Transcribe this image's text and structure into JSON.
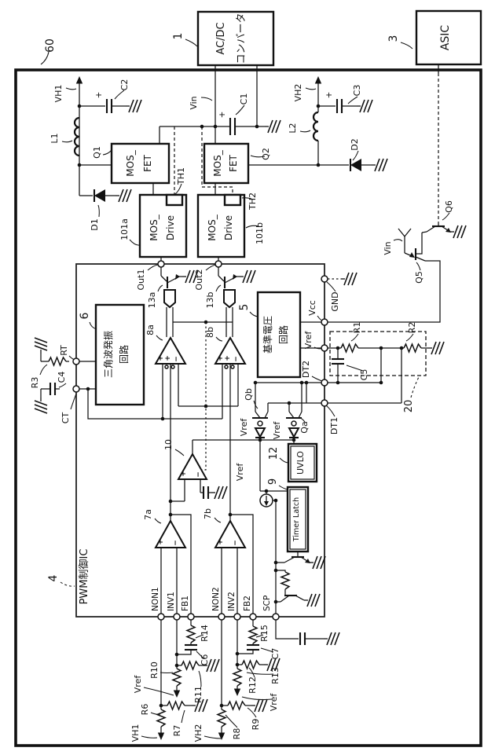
{
  "refs": {
    "r60": "60",
    "r1": "1",
    "r3": "3",
    "r4": "4",
    "r5": "5",
    "r6": "6",
    "r9": "9",
    "r10c": "10",
    "r12u": "12",
    "r20": "20",
    "r101a": "101a",
    "r101b": "101b",
    "r13a": "13a",
    "r13b": "13b",
    "r8a": "8a",
    "r8b": "8b",
    "r7a": "7a",
    "r7b": "7b"
  },
  "blocks": {
    "acdc_line1": "AC/DC",
    "acdc_line2": "コンバータ",
    "asic": "ASIC",
    "pwm_ic": "PWM制御IC",
    "osc_line1": "三角波発振",
    "osc_line2": "回路",
    "vrefckt_line1": "基準電圧",
    "vrefckt_line2": "回路",
    "uvlo": "UVLO",
    "timer_latch": "Timer Latch",
    "mos_prefix": "MOS_",
    "fet": "FET",
    "drive": "Drive"
  },
  "signals": {
    "vh1": "VH1",
    "vh2": "VH2",
    "vin": "Vin",
    "vcc": "Vcc",
    "gnd": "GND",
    "vref": "Vref",
    "out1": "Out1",
    "out2": "Out2",
    "th1": "TH1",
    "th2": "TH2",
    "dt1": "DT1",
    "dt2": "DT2",
    "rt": "RT",
    "ct": "CT",
    "non1": "NON1",
    "inv1": "INV1",
    "fb1": "FB1",
    "non2": "NON2",
    "inv2": "INV2",
    "fb2": "FB2",
    "scp": "SCP",
    "plus": "+",
    "minus": "−"
  },
  "components": {
    "l1": "L1",
    "l2": "L2",
    "c1": "C1",
    "c2": "C2",
    "c3": "C3",
    "c4": "C4",
    "c5": "C5",
    "c6": "C6",
    "c7": "C7",
    "r1": "R1",
    "r2": "R2",
    "r3": "R3",
    "r6": "R6",
    "r7": "R7",
    "r8": "R8",
    "r9": "R9",
    "r10": "R10",
    "r11": "R11",
    "r12": "R12",
    "r13": "R13",
    "r14": "R14",
    "r15": "R15",
    "d1": "D1",
    "d2": "D2",
    "q1": "Q1",
    "q2": "Q2",
    "q5": "Q5",
    "q6": "Q6",
    "qa": "Qa",
    "qb": "Qb"
  }
}
